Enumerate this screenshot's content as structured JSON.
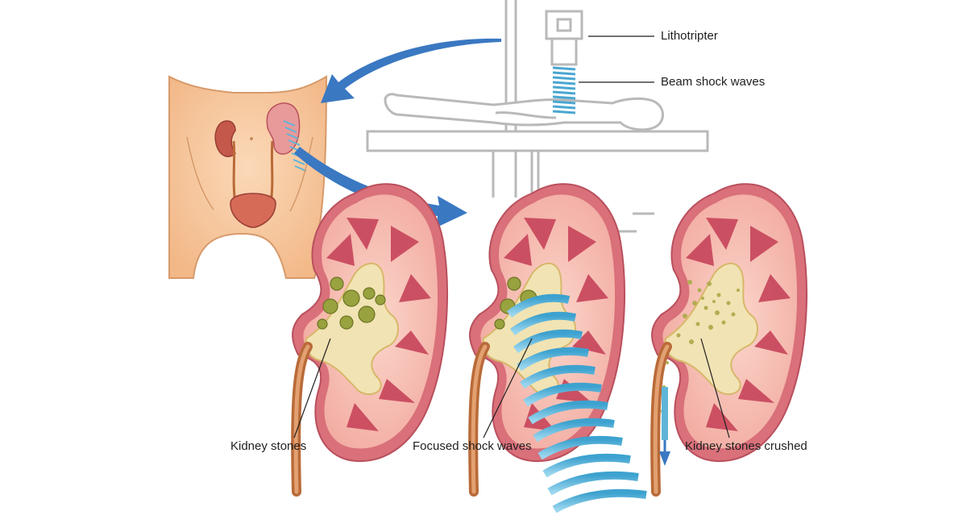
{
  "labels": {
    "lithotripter": "Lithotripter",
    "beam_shock_waves": "Beam shock waves",
    "kidney_stones": "Kidney stones",
    "focused_shock_waves": "Focused shock waves",
    "kidney_stones_crushed": "Kidney stones crushed"
  },
  "colors": {
    "kidney_outer": "#d9707a",
    "kidney_fill": "#f6c1b6",
    "pyramid": "#c94a5e",
    "pelvis": "#f1e3b3",
    "stone": "#98a23e",
    "shockwave": "#5fb5d8",
    "arrow": "#3a78c2",
    "outline_grey": "#b9b9b9",
    "skin": "#f7cba0",
    "ureter": "#b96a38"
  }
}
